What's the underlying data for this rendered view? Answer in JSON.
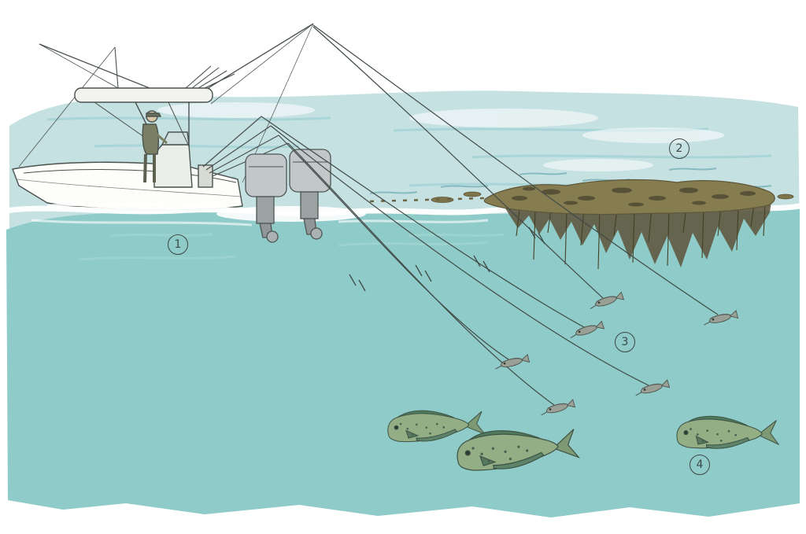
{
  "figure": {
    "scene_elements": [
      "trolling-boat",
      "sargassum-weed-line",
      "trolled-baits",
      "dorado-school"
    ],
    "callouts": [
      {
        "number": "1",
        "target": "trolling-boat"
      },
      {
        "number": "2",
        "target": "sargassum-weed-line"
      },
      {
        "number": "3",
        "target": "trolled-baits"
      },
      {
        "number": "4",
        "target": "dorado-school"
      }
    ]
  },
  "colors": {
    "water_upper": "#c6e1e2",
    "water_lower": "#8fcbc8",
    "streak_light": "#a3d2d6",
    "streak_dark": "#7fb6bc",
    "foam": "#ffffff",
    "sargassum": "#857c50",
    "sargassum_dark": "#5d5639",
    "sargassum_fringe": "#5f5941",
    "outline": "#4a524e",
    "fishing_line": "#414b47",
    "hull": "#fdfdfa",
    "engine": "#c2c8c9",
    "engine_dark": "#9aa2a3",
    "dorado_body": "#93ad85",
    "dorado_fin": "#4f7a5e",
    "dorado_tail": "#7d9a74",
    "bait": "#9aa095",
    "label": "#3c4846"
  }
}
